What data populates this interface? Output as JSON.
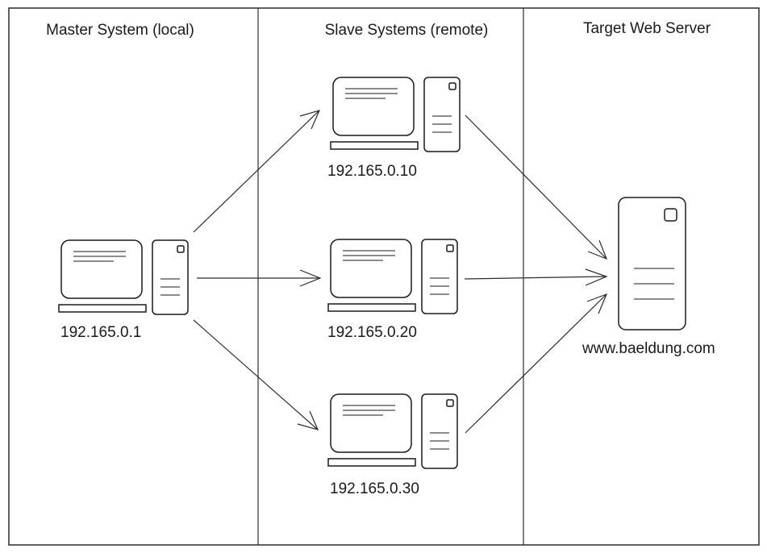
{
  "columns": {
    "master": "Master System (local)",
    "slave": "Slave Systems (remote)",
    "target": "Target Web Server"
  },
  "master_host": {
    "ip": "192.165.0.1"
  },
  "slave_hosts": [
    {
      "ip": "192.165.0.10"
    },
    {
      "ip": "192.165.0.20"
    },
    {
      "ip": "192.165.0.30"
    }
  ],
  "server": {
    "label": "www.baeldung.com"
  }
}
